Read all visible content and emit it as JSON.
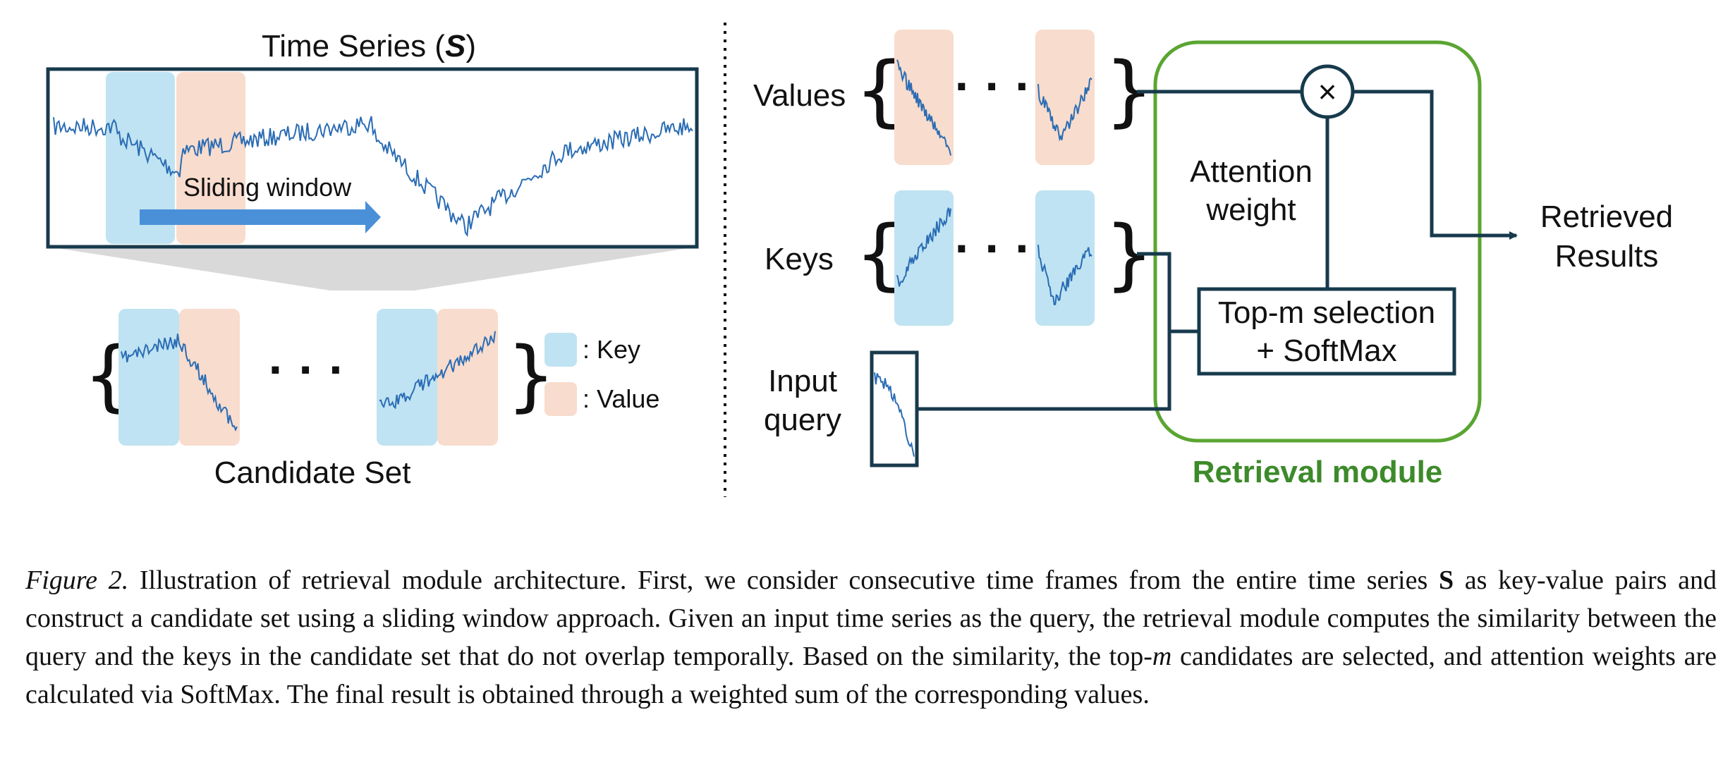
{
  "left_panel": {
    "title_prefix": "Time Series (",
    "title_symbol": "S",
    "title_suffix": ")",
    "sliding_window_label": "Sliding window",
    "candidate_set_label": "Candidate Set",
    "legend": [
      {
        "swatch": "#bfe3f2",
        "label": ": Key"
      },
      {
        "swatch": "#f8dccd",
        "label": ": Value"
      }
    ],
    "ellipsis": "· · ·"
  },
  "right_panel": {
    "values_label": "Values",
    "keys_label": "Keys",
    "input_label_line1": "Input",
    "input_label_line2": "query",
    "attention_line1": "Attention",
    "attention_line2": "weight",
    "multiply_symbol": "×",
    "topm_line1": "Top-m selection",
    "topm_line2": "+ SoftMax",
    "retrieved_line1": "Retrieved",
    "retrieved_line2": "Results",
    "module_label": "Retrieval module",
    "ellipsis": "· · ·"
  },
  "colors": {
    "key": "#bfe3f2",
    "value": "#f8dccd",
    "series_line": "#2a6cb4",
    "arrow": "#4a90d9",
    "module_border": "#5aa532",
    "module_text": "#3d8a2a",
    "connector": "#173a4c"
  },
  "caption": {
    "fig_label": "Figure 2.",
    "text_1": " Illustration of retrieval module architecture. First, we consider consecutive time frames from the entire time series ",
    "bold_s": "S",
    "text_2": " as key-value pairs and construct a candidate set using a sliding window approach. Given an input time series as the query, the retrieval module computes the similarity between the query and the keys in the candidate set that do not overlap temporally. Based on the similarity, the top-",
    "ital_m": "m",
    "text_3": " candidates are selected, and attention weights are calculated via SoftMax. The final result is obtained through a weighted sum of the corresponding values."
  }
}
